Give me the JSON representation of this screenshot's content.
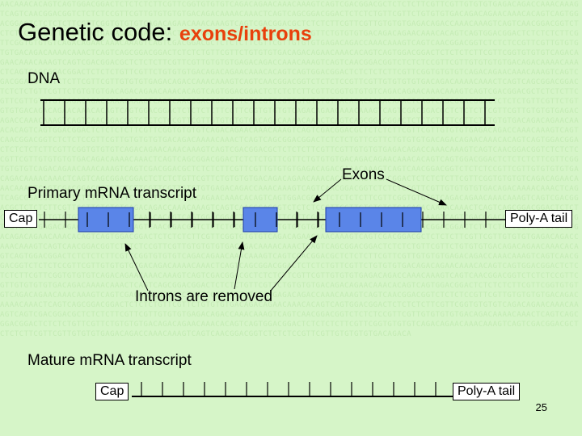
{
  "title": {
    "main": "Genetic code:",
    "accent": "exons/introns"
  },
  "labels": {
    "dna": "DNA",
    "primary": "Primary mRNA transcript",
    "exons": "Exons",
    "introns": "Introns are removed",
    "mature": "Mature mRNA transcript"
  },
  "primary": {
    "cap": "Cap",
    "polya": "Poly-A tail"
  },
  "mature": {
    "cap": "Cap",
    "polya": "Poly-A tail"
  },
  "page_number": "25",
  "colors": {
    "exon_fill": "#5a85e8",
    "background": "#d6f5c8",
    "title_accent": "#e8400c"
  }
}
